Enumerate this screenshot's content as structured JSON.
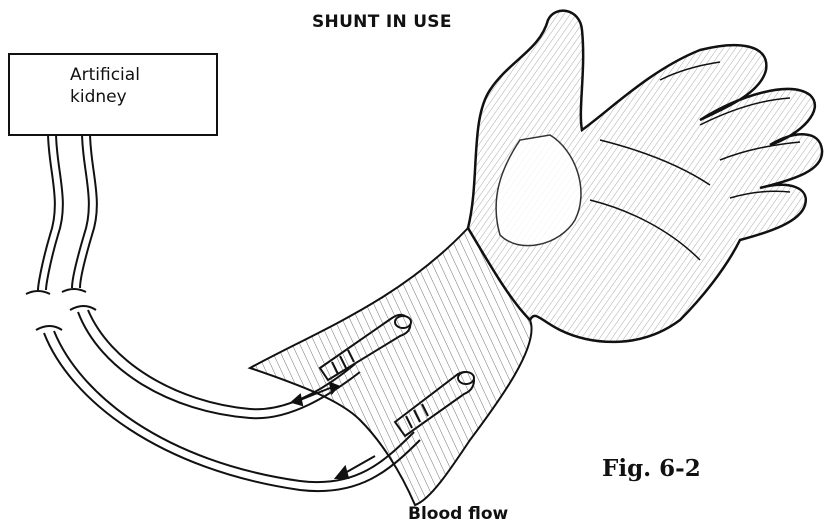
{
  "title": "SHUNT IN USE",
  "device": {
    "line1": "Artificial",
    "line2": "kidney"
  },
  "flow_label": "Blood flow",
  "figure_label": "Fig. 6-2",
  "colors": {
    "ink": "#111111",
    "paper": "#ffffff"
  }
}
